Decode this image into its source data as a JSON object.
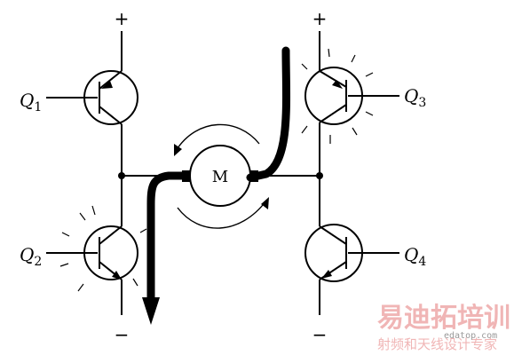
{
  "labels": {
    "q1": "Q",
    "q1_sub": "1",
    "q2": "Q",
    "q2_sub": "2",
    "q3": "Q",
    "q3_sub": "3",
    "q4": "Q",
    "q4_sub": "4",
    "motor": "M",
    "plus_left": "+",
    "plus_right": "+",
    "minus_left": "−",
    "minus_right": "−"
  },
  "watermark": {
    "title": "易迪拓培训",
    "subtitle": "射频和天线设计专家",
    "url": "edatop.com"
  },
  "active_transistors": [
    "Q2",
    "Q3"
  ],
  "current_path_color": "#000000"
}
